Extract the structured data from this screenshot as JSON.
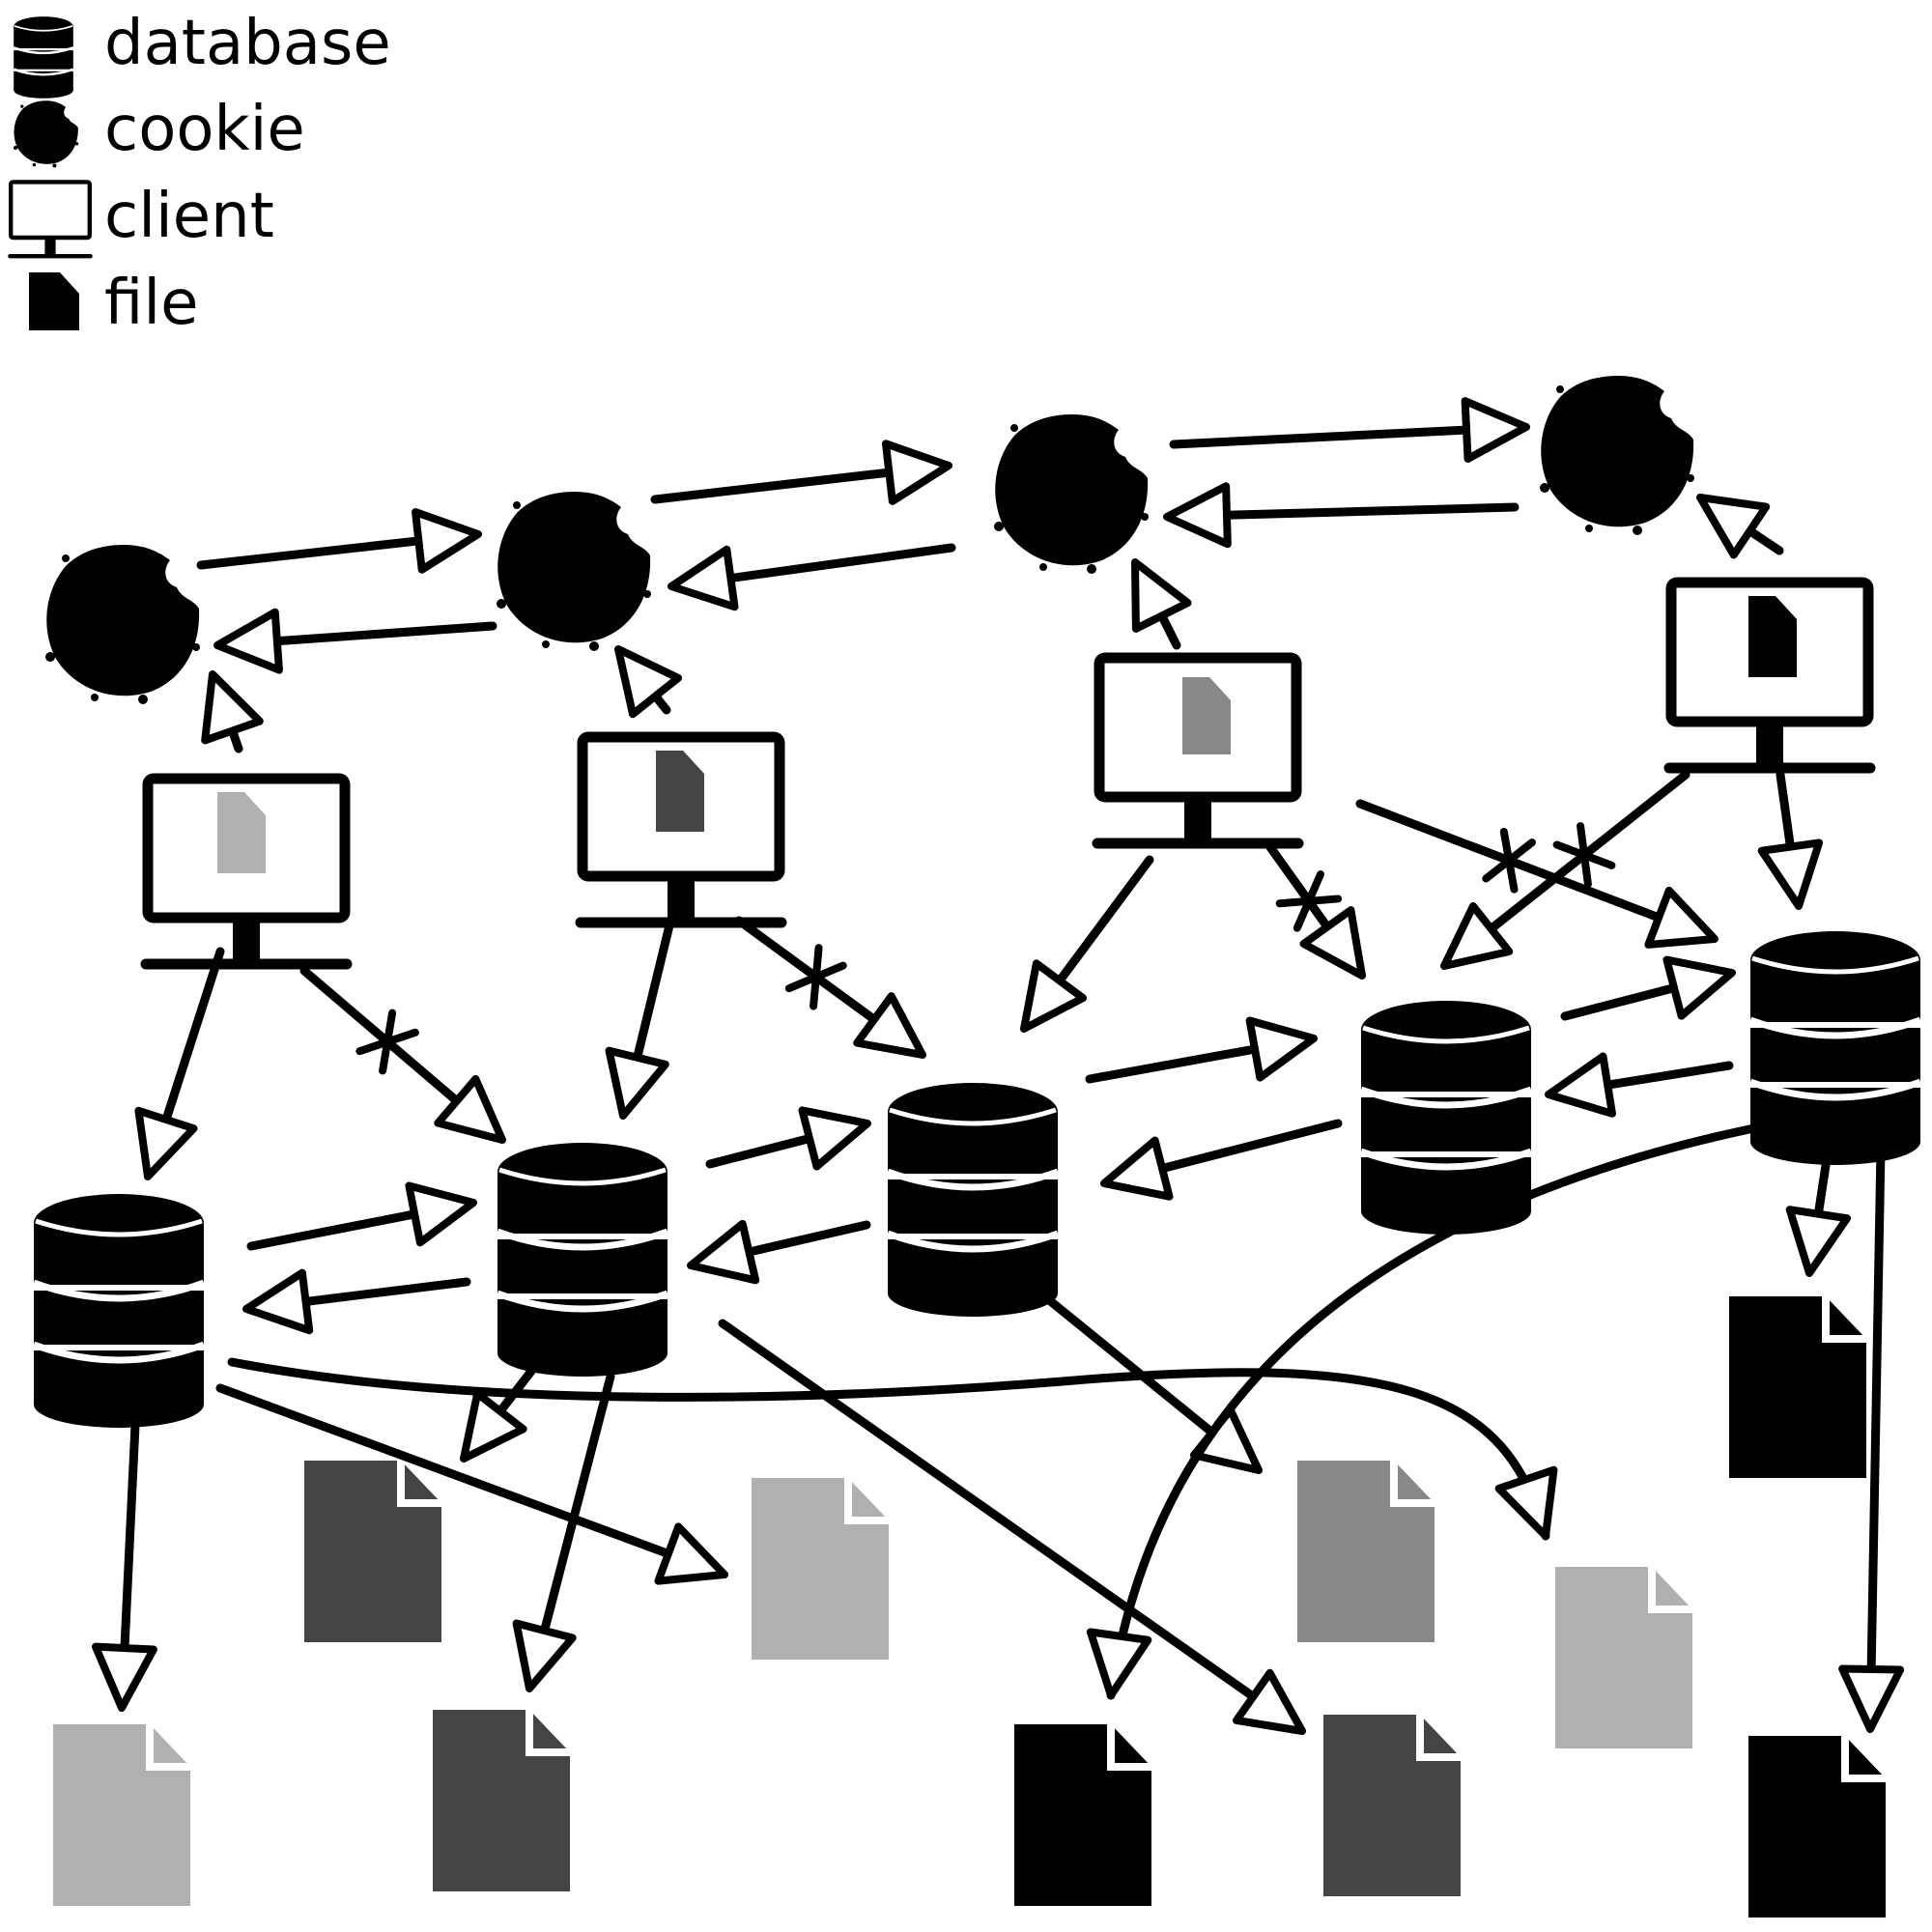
{
  "legend": [
    {
      "icon": "database-icon",
      "label": "database"
    },
    {
      "icon": "cookie-icon",
      "label": "cookie"
    },
    {
      "icon": "client-icon",
      "label": "client"
    },
    {
      "icon": "file-icon",
      "label": "file"
    }
  ],
  "colors": {
    "ink": "#000000",
    "background": "#ffffff",
    "file_light": "#b0b0b0",
    "file_mid": "#888888",
    "file_dark": "#444444",
    "file_black": "#000000"
  },
  "nodes": {
    "cookies": [
      "cookie-1",
      "cookie-2",
      "cookie-3",
      "cookie-4"
    ],
    "clients": [
      {
        "id": "client-1",
        "screen_file": "file_light"
      },
      {
        "id": "client-2",
        "screen_file": "file_dark"
      },
      {
        "id": "client-3",
        "screen_file": "file_mid"
      },
      {
        "id": "client-4",
        "screen_file": "file_black"
      }
    ],
    "databases": [
      "db-1",
      "db-2",
      "db-3",
      "db-4",
      "db-5"
    ],
    "files": [
      {
        "id": "file-1",
        "shade": "file_light"
      },
      {
        "id": "file-2",
        "shade": "file_dark"
      },
      {
        "id": "file-3",
        "shade": "file_dark"
      },
      {
        "id": "file-4",
        "shade": "file_light"
      },
      {
        "id": "file-5",
        "shade": "file_black"
      },
      {
        "id": "file-6",
        "shade": "file_mid"
      },
      {
        "id": "file-7",
        "shade": "file_dark"
      },
      {
        "id": "file-8",
        "shade": "file_light"
      },
      {
        "id": "file-9",
        "shade": "file_black"
      },
      {
        "id": "file-10",
        "shade": "file_black"
      }
    ]
  },
  "edges": [
    {
      "from": "cookie-1",
      "to": "cookie-2"
    },
    {
      "from": "cookie-2",
      "to": "cookie-1"
    },
    {
      "from": "cookie-2",
      "to": "cookie-3"
    },
    {
      "from": "cookie-3",
      "to": "cookie-2"
    },
    {
      "from": "cookie-3",
      "to": "cookie-4"
    },
    {
      "from": "cookie-4",
      "to": "cookie-3"
    },
    {
      "from": "client-1",
      "to": "cookie-1"
    },
    {
      "from": "client-2",
      "to": "cookie-2"
    },
    {
      "from": "client-3",
      "to": "cookie-3"
    },
    {
      "from": "client-4",
      "to": "cookie-4"
    },
    {
      "from": "client-1",
      "to": "db-1"
    },
    {
      "from": "client-1",
      "to": "db-2",
      "blocked": true
    },
    {
      "from": "client-2",
      "to": "db-2"
    },
    {
      "from": "client-2",
      "to": "db-3",
      "blocked": true
    },
    {
      "from": "client-3",
      "to": "db-3"
    },
    {
      "from": "client-3",
      "to": "db-4",
      "blocked": true
    },
    {
      "from": "client-3",
      "to": "db-5",
      "blocked": true
    },
    {
      "from": "client-4",
      "to": "db-4",
      "blocked": true
    },
    {
      "from": "client-4",
      "to": "db-5"
    },
    {
      "from": "db-1",
      "to": "db-2"
    },
    {
      "from": "db-2",
      "to": "db-1"
    },
    {
      "from": "db-2",
      "to": "db-3"
    },
    {
      "from": "db-3",
      "to": "db-2"
    },
    {
      "from": "db-3",
      "to": "db-4"
    },
    {
      "from": "db-4",
      "to": "db-3"
    },
    {
      "from": "db-4",
      "to": "db-5"
    },
    {
      "from": "db-5",
      "to": "db-4"
    },
    {
      "from": "db-1",
      "to": "file-1"
    },
    {
      "from": "db-1",
      "to": "file-4"
    },
    {
      "from": "db-1",
      "to": "file-8"
    },
    {
      "from": "db-2",
      "to": "file-2"
    },
    {
      "from": "db-2",
      "to": "file-3"
    },
    {
      "from": "db-2",
      "to": "file-7"
    },
    {
      "from": "db-3",
      "to": "file-6"
    },
    {
      "from": "db-5",
      "to": "file-5"
    },
    {
      "from": "db-5",
      "to": "file-9"
    },
    {
      "from": "db-5",
      "to": "file-10"
    }
  ]
}
